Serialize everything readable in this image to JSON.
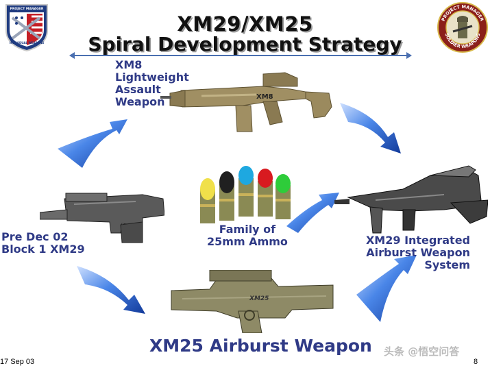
{
  "title_line1": "XM29/XM25",
  "title_line2": "Spiral Development Strategy",
  "labels": {
    "xm8": "XM8\nLightweight\nAssault\nWeapon",
    "ammo": "Family of\n25mm Ammo",
    "xm29_integrated": "XM29 Integrated\nAirburst Weapon\nSystem",
    "pre_dec": "Pre Dec 02\nBlock 1 XM29",
    "xm25": "XM25 Airburst Weapon"
  },
  "left_logo": {
    "top_text": "PROJECT MANAGER",
    "bottom_text": "INDIVIDUAL WEAPONS"
  },
  "right_logo": {
    "top_text": "PROJECT MANAGER",
    "bottom_text": "SOLDIER WEAPONS"
  },
  "gun_marks": {
    "xm8": "XM8",
    "xm25": "XM25"
  },
  "footer": {
    "date": "17 Sep 03",
    "page": "8"
  },
  "watermark": "头条 @悟空问答",
  "colors": {
    "label": "#2f3a86",
    "arrow": "#2c62c8",
    "tan_gun": "#a08f63",
    "gray_gun": "#4a4a4a",
    "olive_gun": "#8e8a66"
  },
  "ammo_tips": [
    "#f0e04a",
    "#202020",
    "#1ea8e0",
    "#d81a20",
    "#2ecc3a"
  ]
}
